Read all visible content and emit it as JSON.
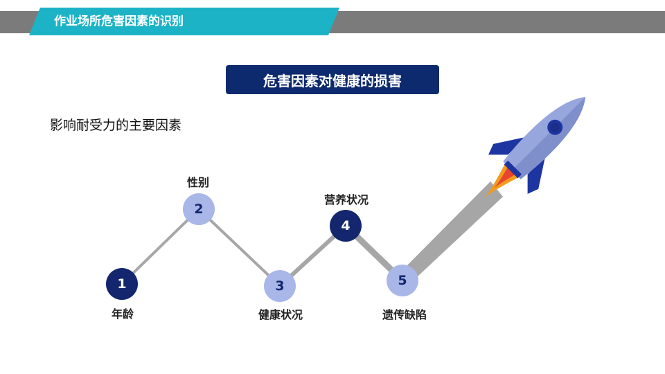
{
  "header": {
    "title": "作业场所危害因素的识别"
  },
  "banner": {
    "text": "危害因素对健康的损害"
  },
  "subtitle": "影响耐受力的主要因素",
  "factors": [
    {
      "number": "1",
      "label": "年龄"
    },
    {
      "number": "2",
      "label": "性别"
    },
    {
      "number": "3",
      "label": "健康状况"
    },
    {
      "number": "4",
      "label": "营养状况"
    },
    {
      "number": "5",
      "label": "遗传缺陷"
    }
  ],
  "colors": {
    "header_gray": "#7b7b7b",
    "header_teal": "#1db3c6",
    "navy": "#13266e",
    "light_blue": "#a9b6e8",
    "connector_gray": "#a6a6a6"
  },
  "icons": [
    "rocket-icon"
  ]
}
